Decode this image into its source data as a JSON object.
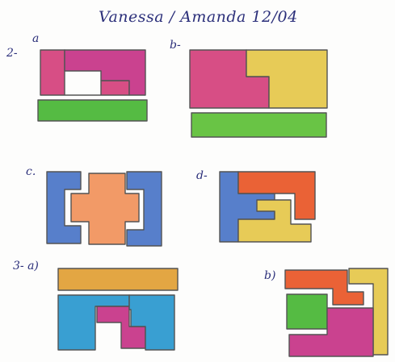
{
  "header": {
    "title": "Vanessa / Amanda  12/04"
  },
  "labels": {
    "two": "2-",
    "a": "a",
    "b": "b-",
    "c": "c.",
    "d": "d-",
    "three_a": "3- a)",
    "three_b": "b)"
  },
  "colors": {
    "pink": "#d6457f",
    "magenta": "#c8398a",
    "green": "#4db83a",
    "lime": "#62c23c",
    "yellow": "#e6c94f",
    "blue": "#4f79c9",
    "peach": "#f29560",
    "orange": "#ea5a2c",
    "ochre": "#e2a23a",
    "cyan": "#2f9bd0",
    "ink": "#2b2f7a",
    "outline": "#4a4a4a"
  }
}
